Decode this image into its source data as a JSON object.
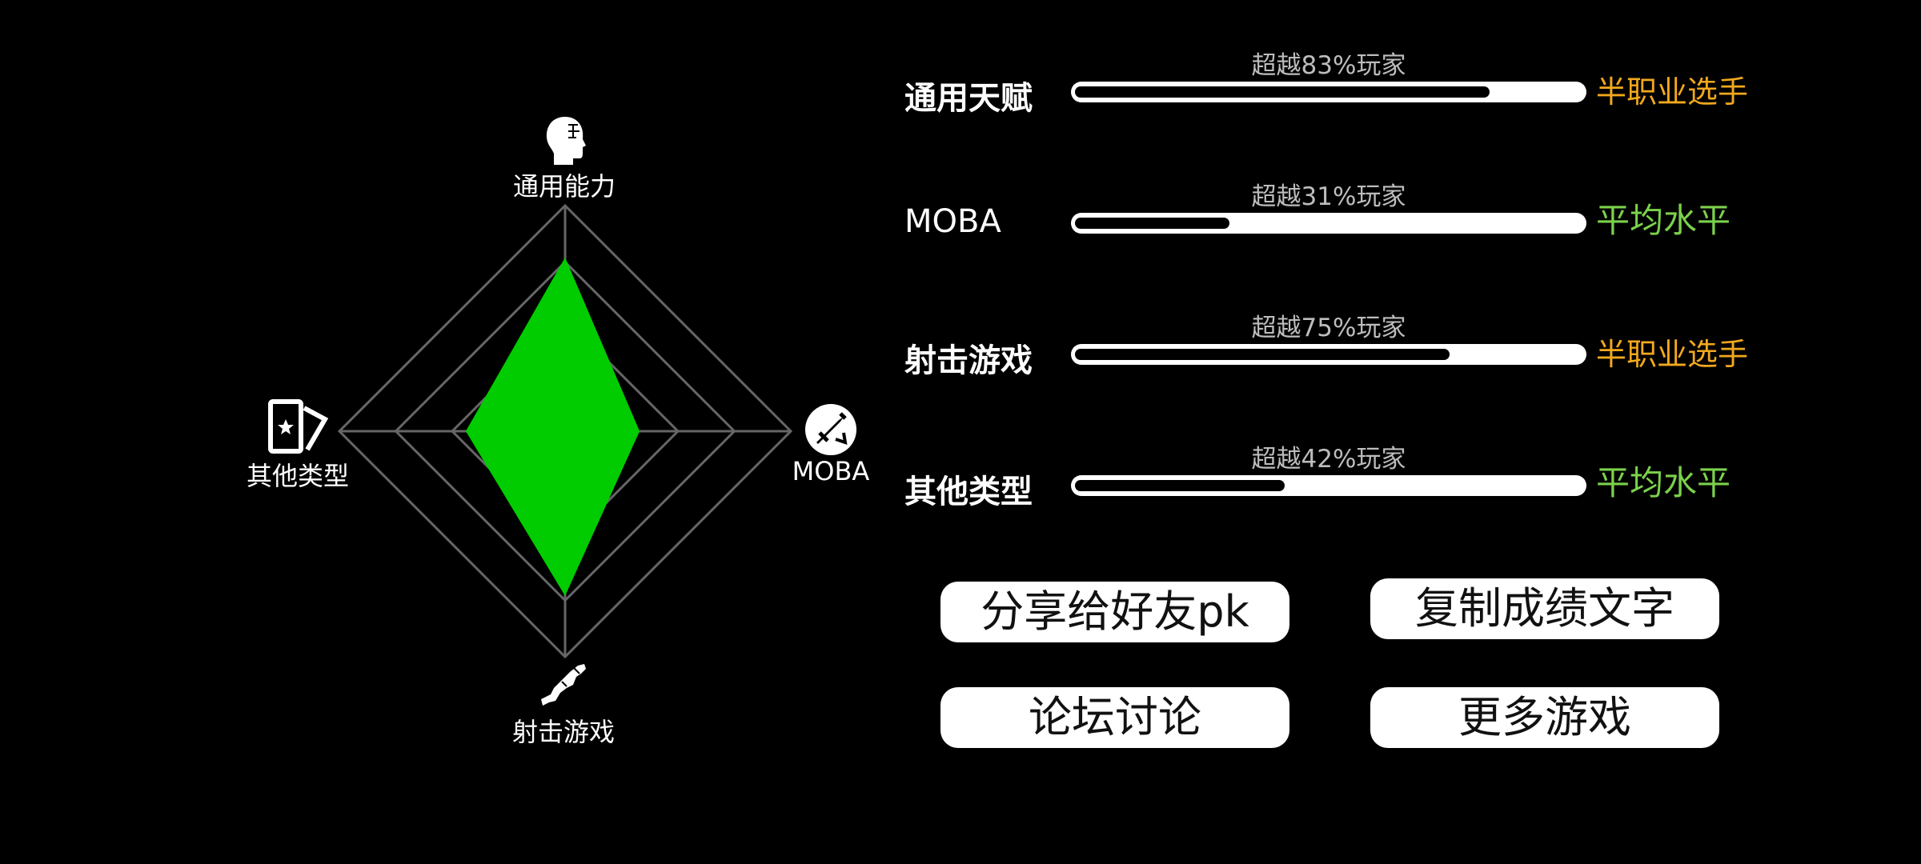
{
  "radar": {
    "axes": [
      {
        "key": "top",
        "label": "通用能力",
        "icon": "head-icon",
        "value": 0.77
      },
      {
        "key": "right",
        "label": "MOBA",
        "icon": "moba-sword-icon",
        "value": 0.33
      },
      {
        "key": "bottom",
        "label": "射击游戏",
        "icon": "gun-icon",
        "value": 0.73
      },
      {
        "key": "left",
        "label": "其他类型",
        "icon": "card-star-icon",
        "value": 0.44
      }
    ],
    "rings": 4,
    "fill_color": "#00cc00",
    "grid_color": "#666666"
  },
  "stats": [
    {
      "name": "通用天赋",
      "note": "超越83%玩家",
      "percentile": 83,
      "rank": "半职业选手",
      "rank_color": "#f2a81d",
      "bold": true
    },
    {
      "name": "MOBA",
      "note": "超越31%玩家",
      "percentile": 31,
      "rank": "平均水平",
      "rank_color": "#7bd14a",
      "bold": false
    },
    {
      "name": "射击游戏",
      "note": "超越75%玩家",
      "percentile": 75,
      "rank": "半职业选手",
      "rank_color": "#f2a81d",
      "bold": true
    },
    {
      "name": "其他类型",
      "note": "超越42%玩家",
      "percentile": 42,
      "rank": "平均水平",
      "rank_color": "#7bd14a",
      "bold": true
    }
  ],
  "buttons": {
    "share": "分享给好友pk",
    "copy": "复制成绩文字",
    "forum": "论坛讨论",
    "more": "更多游戏"
  }
}
